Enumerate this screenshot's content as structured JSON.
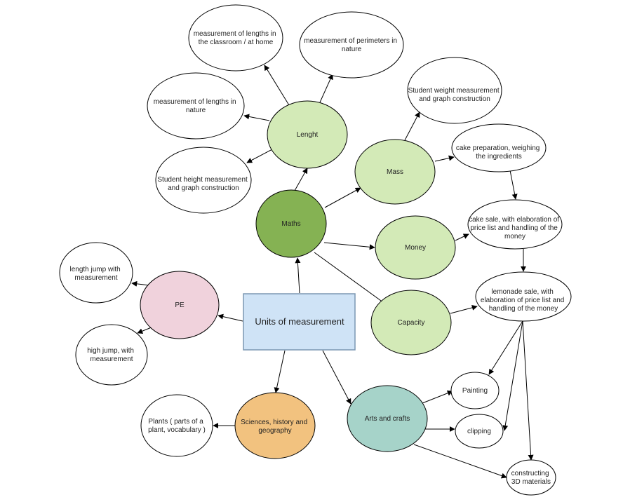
{
  "colors": {
    "stroke": "#000000",
    "white": "#ffffff",
    "maths": "#85b253",
    "math_topic": "#d3eab7",
    "pe": "#f0d2dc",
    "sciences": "#f2c27f",
    "arts": "#a6d3c9",
    "central": "#cfe3f6",
    "central_border": "#7b97b2"
  },
  "nodes": {
    "central": "Units of measurement",
    "maths": "Maths",
    "lenght": "Lenght",
    "mass": "Mass",
    "money": "Money",
    "capacity": "Capacity",
    "pe": "PE",
    "sciences": [
      "Sciences, history and",
      "geography"
    ],
    "arts": "Arts and crafts",
    "len_classroom": [
      "measurement of lengths in",
      "the classroom /  at home"
    ],
    "perimeters": [
      "measurement of perimeters in",
      "nature"
    ],
    "len_nature": [
      "measurement of lengths in",
      "nature"
    ],
    "height": [
      "Student height measurement",
      "and graph construction"
    ],
    "weight": [
      "Student weight measurement",
      "and graph construction"
    ],
    "cake_prep": [
      "cake preparation, weighing",
      "the ingredients"
    ],
    "cake_sale": [
      "cake sale, with elaboration of",
      "price list and handling of the",
      "money"
    ],
    "lemonade": [
      "lemonade sale, with",
      "elaboration of price list and",
      "handling of the money"
    ],
    "length_jump": [
      "length jump with",
      "measurement"
    ],
    "high_jump": [
      "high jump, with",
      "measurement"
    ],
    "plants": [
      "Plants ( parts of a",
      "plant, vocabulary )"
    ],
    "painting": "Painting",
    "clipping": "clipping",
    "constructing": [
      "constructing",
      "3D materials"
    ]
  }
}
